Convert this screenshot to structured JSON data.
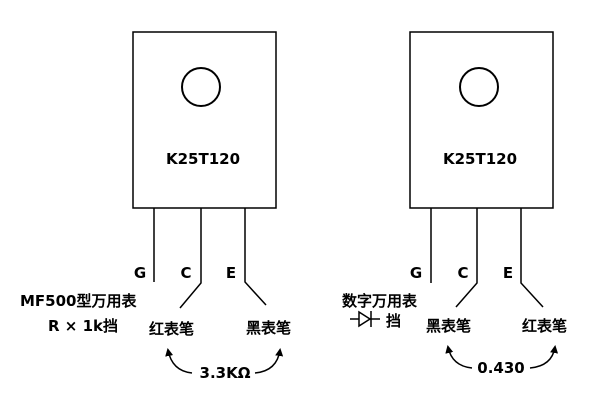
{
  "left": {
    "part_label": "K25T120",
    "pins": {
      "g": "G",
      "c": "C",
      "e": "E"
    },
    "meter_line1": "MF500型万用表",
    "meter_line2": "R × 1k挡",
    "probe_left": "红表笔",
    "probe_right": "黑表笔",
    "reading": "3.3KΩ"
  },
  "right": {
    "part_label": "K25T120",
    "pins": {
      "g": "G",
      "c": "C",
      "e": "E"
    },
    "meter_line1": "数字万用表",
    "meter_line2": "挡",
    "probe_left": "黑表笔",
    "probe_right": "红表笔",
    "reading": "0.430",
    "diode_symbol_icon": "diode-symbol-icon"
  }
}
